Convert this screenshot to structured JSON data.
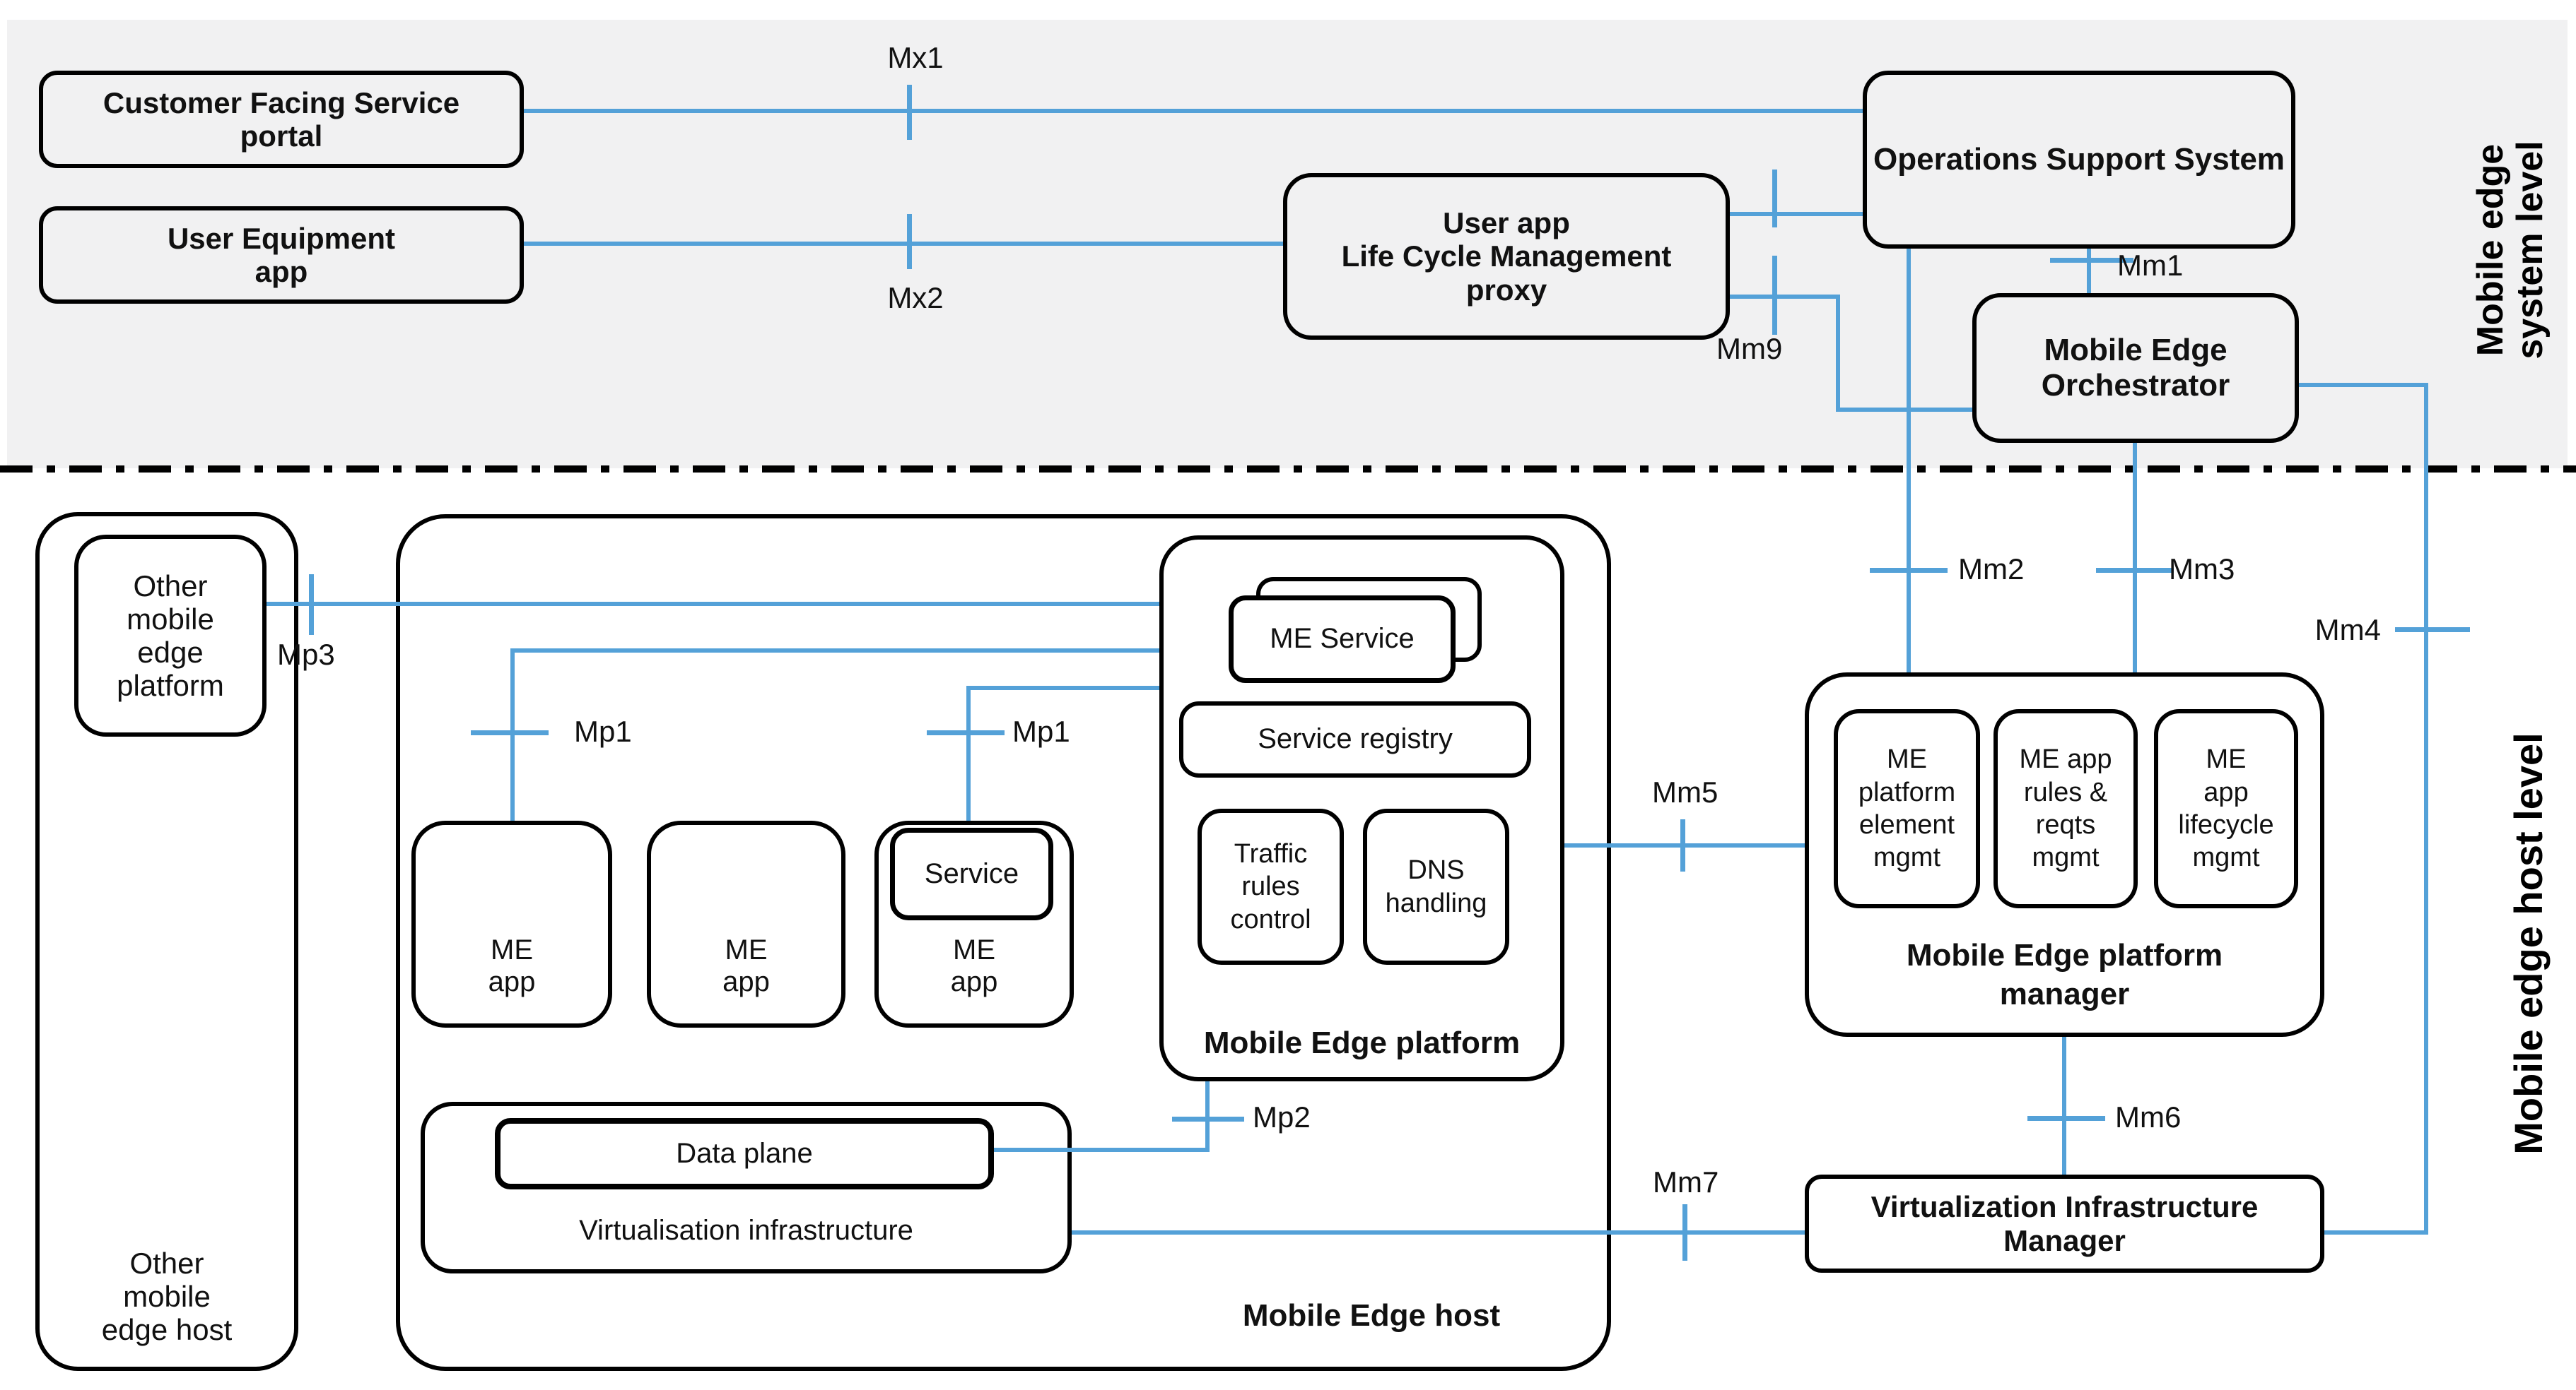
{
  "colors": {
    "connector_blue": "#54a1d8",
    "box_border": "#000000",
    "system_band_bg": "#f1f1f2",
    "page_bg": "#ffffff",
    "text": "#111111"
  },
  "system_level": {
    "side_label_lines": [
      "Mobile edge",
      "system level"
    ],
    "cfs": {
      "lines": [
        "Customer Facing Service",
        "portal"
      ]
    },
    "ue": {
      "lines": [
        "User Equipment",
        "app"
      ]
    },
    "lcm": {
      "lines": [
        "User app",
        "Life Cycle Management",
        "proxy"
      ]
    },
    "oss": {
      "lines": [
        "Operations Support System"
      ]
    },
    "meo": {
      "lines": [
        "Mobile Edge",
        "Orchestrator"
      ]
    }
  },
  "host_level": {
    "side_label": "Mobile edge host level",
    "other_host": {
      "platform_lines": [
        "Other",
        "mobile",
        "edge",
        "platform"
      ],
      "label_lines": [
        "Other",
        "mobile",
        "edge host"
      ]
    },
    "me_host": {
      "label": "Mobile Edge host",
      "platform": {
        "label": "Mobile Edge platform",
        "me_service": "ME Service",
        "service_registry": "Service registry",
        "traffic_rules_lines": [
          "Traffic",
          "rules",
          "control"
        ],
        "dns_lines": [
          "DNS",
          "handling"
        ]
      },
      "apps": [
        {
          "lines": [
            "ME",
            "app"
          ]
        },
        {
          "lines": [
            "ME",
            "app"
          ]
        },
        {
          "lines": [
            "ME",
            "app"
          ],
          "service": "Service"
        }
      ],
      "virt_infra": {
        "label": "Virtualisation infrastructure",
        "data_plane": "Data plane"
      }
    },
    "mepm": {
      "label_lines": [
        "Mobile Edge platform",
        "manager"
      ],
      "modules": [
        [
          "ME",
          "platform",
          "element",
          "mgmt"
        ],
        [
          "ME app",
          "rules &",
          "reqts",
          "mgmt"
        ],
        [
          "ME",
          "app",
          "lifecycle",
          "mgmt"
        ]
      ]
    },
    "vim": {
      "lines": [
        "Virtualization Infrastructure",
        "Manager"
      ]
    }
  },
  "reference_points": {
    "mx1": "Mx1",
    "mx2": "Mx2",
    "mm1": "Mm1",
    "mm2": "Mm2",
    "mm3": "Mm3",
    "mm4": "Mm4",
    "mm5": "Mm5",
    "mm6": "Mm6",
    "mm7": "Mm7",
    "mm9": "Mm9",
    "mp1_left": "Mp1",
    "mp1_right": "Mp1",
    "mp2": "Mp2",
    "mp3": "Mp3"
  }
}
